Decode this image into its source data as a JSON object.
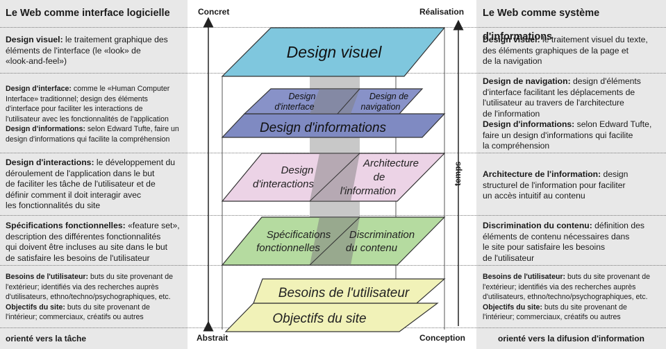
{
  "left": {
    "title": "Le Web comme interface logicielle",
    "sections": [
      {
        "small": false,
        "lines": [
          [
            {
              "b": "Design visuel:"
            },
            {
              "t": " le traitement graphique des"
            }
          ],
          [
            {
              "t": "éléments de l'interface (le «look» de"
            }
          ],
          [
            {
              "t": "«look-and-feel»)"
            }
          ]
        ]
      },
      {
        "small": true,
        "lines": [
          [
            {
              "b": "Design d'interface:"
            },
            {
              "t": " comme le «Human Computer"
            }
          ],
          [
            {
              "t": "Interface» traditionnel; design des éléments"
            }
          ],
          [
            {
              "t": "d'interface pour faciliter les interactions de"
            }
          ],
          [
            {
              "t": "l'utilisateur avec les fonctionnalités de l'application"
            }
          ],
          [
            {
              "b": "Design d'informations:"
            },
            {
              "t": " selon Edward Tufte, faire un"
            }
          ],
          [
            {
              "t": "design d'informations qui facilite la compréhension"
            }
          ]
        ]
      },
      {
        "small": false,
        "lines": [
          [
            {
              "b": "Design d'interactions:"
            },
            {
              "t": " le développement du"
            }
          ],
          [
            {
              "t": "déroulement de l'application dans le but"
            }
          ],
          [
            {
              "t": "de faciliter les tâche de l'utilisateur et de"
            }
          ],
          [
            {
              "t": "définir comment il doit interagir avec"
            }
          ],
          [
            {
              "t": "les fonctionnalités du site"
            }
          ]
        ]
      },
      {
        "small": false,
        "lines": [
          [
            {
              "b": "Spécifications fonctionnelles:"
            },
            {
              "t": " «feature set»,"
            }
          ],
          [
            {
              "t": "description des différentes fonctionnalités"
            }
          ],
          [
            {
              "t": "qui doivent être incluses au site dans le but"
            }
          ],
          [
            {
              "t": "de satisfaire les besoins de l'utilisateur"
            }
          ]
        ]
      },
      {
        "small": true,
        "lines": [
          [
            {
              "b": "Besoins de l'utilisateur:"
            },
            {
              "t": " buts du site provenant de"
            }
          ],
          [
            {
              "t": "l'extérieur; identifiés via des recherches auprès"
            }
          ],
          [
            {
              "t": "d'utilisateurs, ethno/techno/psychographiques, etc."
            }
          ],
          [
            {
              "b": "Objectifs du site:"
            },
            {
              "t": " buts du site provenant de"
            }
          ],
          [
            {
              "t": "l'intérieur; commerciaux, créatifs ou autres"
            }
          ]
        ]
      }
    ],
    "footer": "orienté vers la tâche"
  },
  "right": {
    "title": "Le Web comme système d'informations",
    "sections": [
      {
        "small": false,
        "lines": [
          [
            {
              "b": "Design visuel:"
            },
            {
              "t": " le traitement visuel du texte,"
            }
          ],
          [
            {
              "t": "des éléments graphiques de la page et"
            }
          ],
          [
            {
              "t": "de la navigation"
            }
          ]
        ]
      },
      {
        "small": false,
        "lines": [
          [
            {
              "b": "Design de navigation:"
            },
            {
              "t": " design d'éléments"
            }
          ],
          [
            {
              "t": "d'interface facilitant les déplacements de"
            }
          ],
          [
            {
              "t": "l'utilisateur au travers de l'architecture"
            }
          ],
          [
            {
              "t": "de l'information"
            }
          ],
          [
            {
              "b": "Design d'informations:"
            },
            {
              "t": " selon Edward Tufte,"
            }
          ],
          [
            {
              "t": "faire un design d'informations qui facilite"
            }
          ],
          [
            {
              "t": "la compréhension"
            }
          ]
        ]
      },
      {
        "small": false,
        "lines": [
          [
            {
              "b": "Architecture de l'information:"
            },
            {
              "t": " design"
            }
          ],
          [
            {
              "t": "structurel de l'information pour faciliter"
            }
          ],
          [
            {
              "t": "un accès intuitif au contenu"
            }
          ]
        ]
      },
      {
        "small": false,
        "lines": [
          [
            {
              "b": "Discrimination du contenu:"
            },
            {
              "t": " définition des"
            }
          ],
          [
            {
              "t": "éléments de contenu nécessaires dans"
            }
          ],
          [
            {
              "t": "le site pour satisfaire les besoins"
            }
          ],
          [
            {
              "t": "de l'utilisateur"
            }
          ]
        ]
      },
      {
        "small": true,
        "lines": [
          [
            {
              "b": "Besoins de l'utilisateur:"
            },
            {
              "t": " buts du site provenant de"
            }
          ],
          [
            {
              "t": "l'extérieur; identifiés via des recherches auprès"
            }
          ],
          [
            {
              "t": "d'utilisateurs, ethno/techno/psychographiques, etc."
            }
          ],
          [
            {
              "b": "Objectifs du site:"
            },
            {
              "t": " buts du site provenant de"
            }
          ],
          [
            {
              "t": "l'intérieur; commerciaux, créatifs ou autres"
            }
          ]
        ]
      }
    ],
    "footer": "orienté vers la difusion d'information"
  },
  "axis": {
    "top_left": "Concret",
    "bottom_left": "Abstrait",
    "top_right": "Réalisation",
    "bottom_right": "Conception",
    "time": "temps"
  },
  "planes": {
    "visual": "Design visuel",
    "interface": [
      "Design",
      "d'interface"
    ],
    "navigation": [
      "Design de",
      "navigation"
    ],
    "informations": "Design d'informations",
    "interactions": [
      "Design",
      "d'interactions"
    ],
    "architecture": [
      "Architecture",
      "de",
      "l'information"
    ],
    "specifications": [
      "Spécifications",
      "fonctionnelles"
    ],
    "discrimination": [
      "Discrimination",
      "du contenu"
    ],
    "besoins": "Besoins de l'utilisateur",
    "objectifs": "Objectifs du site"
  },
  "colors": {
    "panel": "#e8e8e8",
    "visual": "#7fc7de",
    "interface_nav": "#8892c8",
    "informations": "#7f8ac2",
    "interactions": "#ecd3e6",
    "specifications": "#b5dba0",
    "besoins": "#f1f2b8",
    "middle_band": "#c8c8c8",
    "middle_dark": "#808080"
  }
}
